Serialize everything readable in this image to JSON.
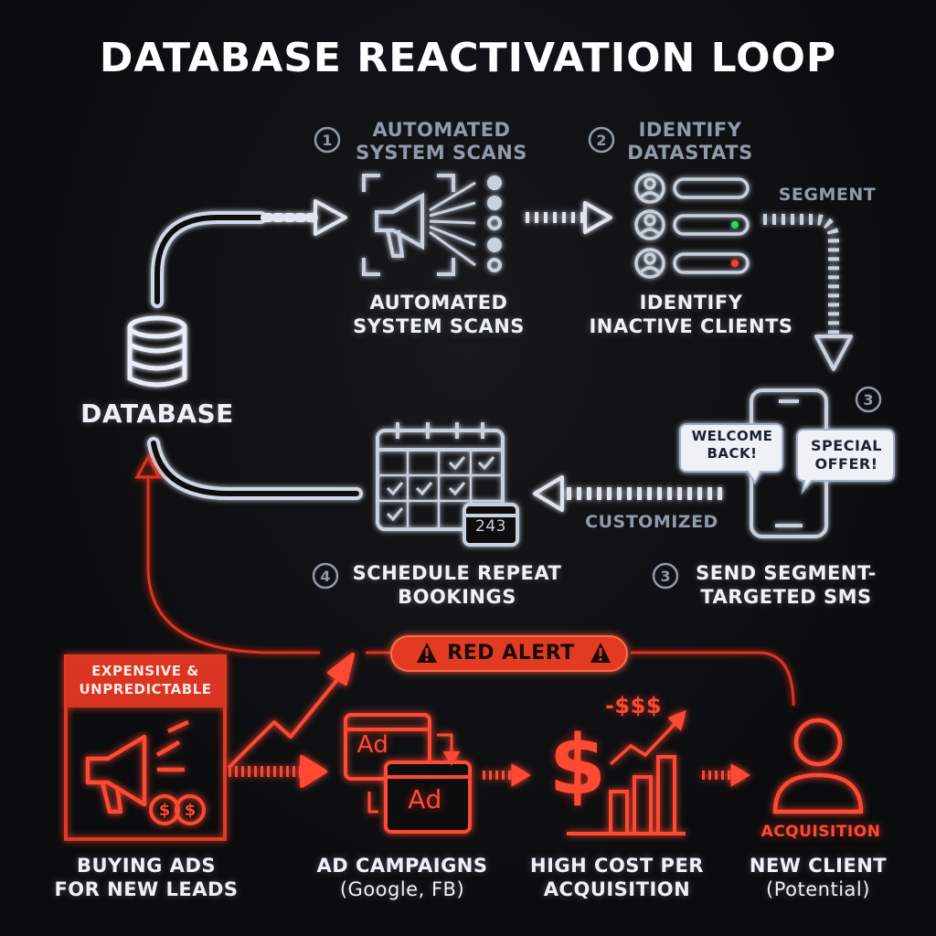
{
  "title": "DATABASE REACTIVATION LOOP",
  "database": {
    "label": "DATABASE"
  },
  "steps": [
    {
      "number": "1",
      "header": [
        "AUTOMATED",
        "SYSTEM SCANS"
      ],
      "label": [
        "AUTOMATED",
        "SYSTEM SCANS"
      ]
    },
    {
      "number": "2",
      "header": [
        "IDENTIFY",
        "DATASTATS"
      ],
      "label": [
        "IDENTIFY",
        "INACTIVE CLIENTS"
      ]
    },
    {
      "number": "3",
      "label": [
        "SEND SEGMENT-",
        "TARGETED SMS"
      ]
    },
    {
      "number": "4",
      "label": [
        "SCHEDULE REPEAT",
        "BOOKINGS"
      ]
    }
  ],
  "connectors": {
    "segment": "SEGMENT",
    "customized": "CUSTOMIZED"
  },
  "sms_bubbles": {
    "left": [
      "WELCOME",
      "BACK!"
    ],
    "right": [
      "SPECIAL",
      "OFFER!"
    ]
  },
  "calendar_badge": "243",
  "alert": {
    "label": "RED ALERT"
  },
  "ads_box": {
    "header": [
      "EXPENSIVE &",
      "UNPREDICTABLE"
    ]
  },
  "ad_icon_text": "Ad",
  "cost_label": "-$$$",
  "acquisition_label": "ACQUISITION",
  "bottom_items": [
    {
      "title": [
        "BUYING ADS",
        "FOR NEW LEADS"
      ]
    },
    {
      "title": [
        "AD CAMPAIGNS"
      ],
      "note": "(Google, FB)"
    },
    {
      "title": [
        "HIGH COST PER",
        "ACQUISITION"
      ]
    },
    {
      "title": [
        "NEW CLIENT"
      ],
      "note": "(Potential)"
    }
  ],
  "colors": {
    "accent_red": "#ff4a32",
    "glow_white": "#e8eef7",
    "muted_gray": "#8f9bab"
  }
}
